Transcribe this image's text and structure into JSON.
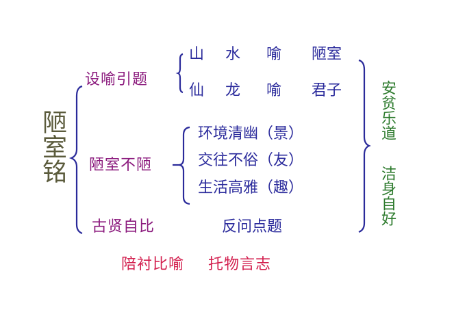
{
  "title": "陋室铭",
  "branches": {
    "branch1": {
      "label": "设喻引题",
      "rows": [
        {
          "a": "山",
          "b": "水",
          "c": "喻",
          "d": "陋室"
        },
        {
          "a": "仙",
          "b": "龙",
          "c": "喻",
          "d": "君子"
        }
      ]
    },
    "branch2": {
      "label": "陋室不陋",
      "items": [
        "环境清幽（景）",
        "交往不俗（友）",
        "生活高雅（趣）"
      ]
    },
    "branch3": {
      "label": "古贤自比",
      "detail": "反问点题"
    }
  },
  "conclusion": {
    "line1": "安贫乐道",
    "line2": "洁身自好"
  },
  "techniques": {
    "t1": "陪衬比喻",
    "t2": "托物言志"
  },
  "colors": {
    "title": "#5b5b3c",
    "label": "#8b1a7d",
    "content": "#2b2b9c",
    "conclusion": "#2c7a2c",
    "technique": "#d3204f",
    "brace": "#2a2a9a"
  }
}
